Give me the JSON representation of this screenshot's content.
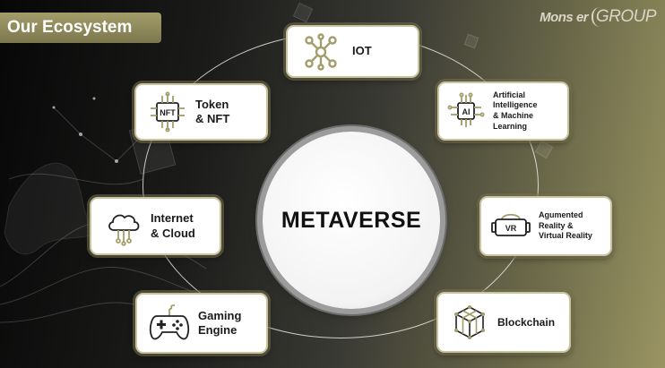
{
  "header": {
    "title": "Our Ecosystem"
  },
  "logo": {
    "part1": "Mons",
    "part2": "er",
    "part3": "GROUP"
  },
  "center": {
    "label": "METAVERSE"
  },
  "nodes": {
    "iot": {
      "lines": [
        "IOT"
      ],
      "icon": "network-nodes-icon"
    },
    "ai": {
      "lines": [
        "Artificial",
        "Intelligence",
        "& Machine",
        "Learning"
      ],
      "icon": "ai-chip-icon"
    },
    "token": {
      "lines": [
        "Token",
        "& NFT"
      ],
      "icon": "nft-chip-icon"
    },
    "cloud": {
      "lines": [
        "Internet",
        "& Cloud"
      ],
      "icon": "cloud-network-icon"
    },
    "ar": {
      "lines": [
        "Agumented",
        "Reality &",
        "Virtual Reality"
      ],
      "icon": "vr-headset-icon"
    },
    "gaming": {
      "lines": [
        "Gaming",
        "Engine"
      ],
      "icon": "gamepad-icon"
    },
    "blockchain": {
      "lines": [
        "Blockchain"
      ],
      "icon": "cube-network-icon"
    }
  },
  "icon_texts": {
    "nft": "NFT",
    "ai": "AI",
    "vr": "VR"
  },
  "colors": {
    "accent": "#a39d6a",
    "card_border": "#c9c3a0",
    "text": "#1a1a1a"
  }
}
